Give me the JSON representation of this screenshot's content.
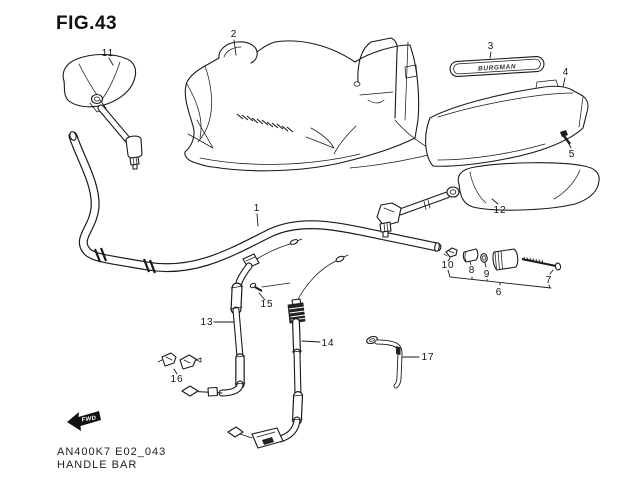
{
  "figure": {
    "title": "FIG.43"
  },
  "footer": {
    "code": "AN400K7 E02_043",
    "name": "HANDLE BAR"
  },
  "fwd": {
    "label": "FWD"
  },
  "emblem": {
    "text": "BURGMAN"
  },
  "callouts": [
    "1",
    "2",
    "3",
    "4",
    "5",
    "6",
    "7",
    "8",
    "9",
    "10",
    "11",
    "12",
    "13",
    "14",
    "15",
    "16",
    "17"
  ],
  "colors": {
    "line": "#1a1a1a",
    "background": "#ffffff",
    "arrow": "#111111"
  }
}
